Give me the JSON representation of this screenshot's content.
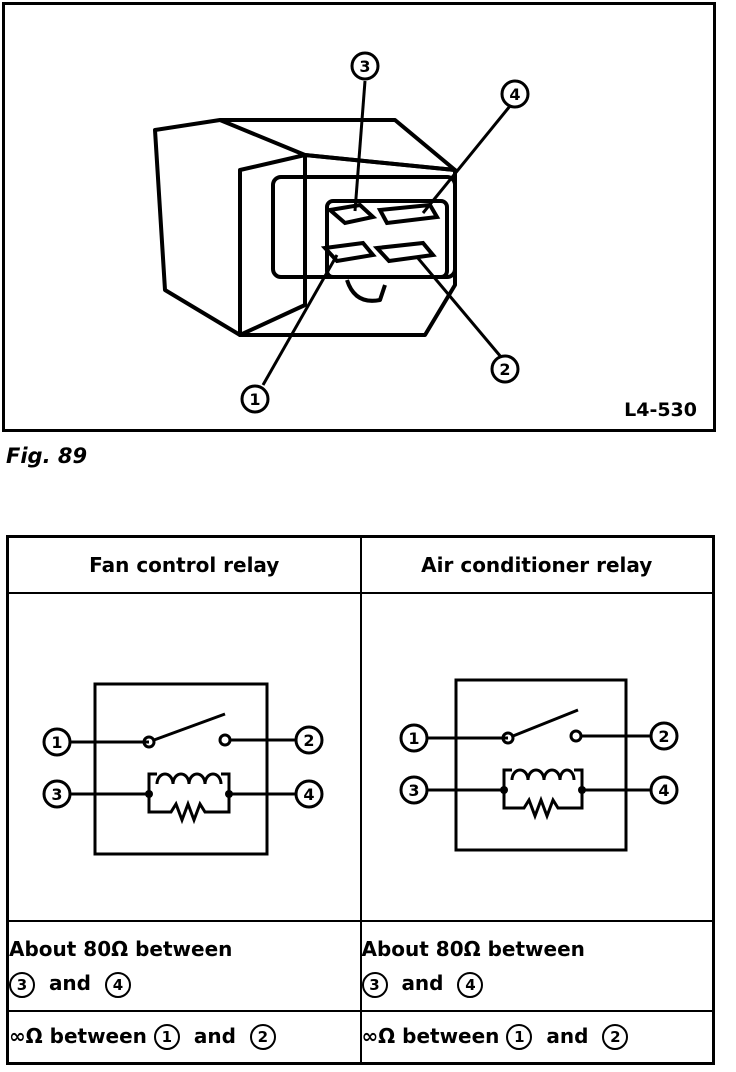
{
  "figure": {
    "code": "L4-530",
    "caption": "Fig. 89",
    "terminals": [
      "1",
      "2",
      "3",
      "4"
    ]
  },
  "table": {
    "columns": [
      {
        "header": "Fan control relay",
        "terminals": [
          "1",
          "2",
          "3",
          "4"
        ],
        "coil_text": "About 80Ω between",
        "coil_pair": [
          "3",
          "4"
        ],
        "contact_prefix": "∞Ω between",
        "contact_pair": [
          "1",
          "2"
        ],
        "and_word": "and"
      },
      {
        "header": "Air conditioner relay",
        "terminals": [
          "1",
          "2",
          "3",
          "4"
        ],
        "coil_text": "About 80Ω between",
        "coil_pair": [
          "3",
          "4"
        ],
        "contact_prefix": "∞Ω between",
        "contact_pair": [
          "1",
          "2"
        ],
        "and_word": "and"
      }
    ]
  }
}
